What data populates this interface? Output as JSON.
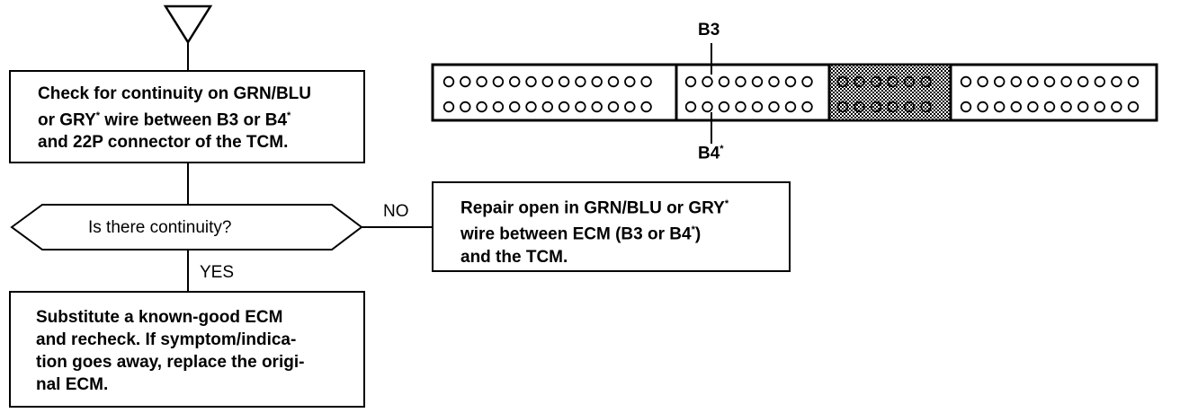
{
  "flowchart": {
    "check_box": {
      "lines": [
        "Check for continuity on GRN/BLU",
        "or GRY",
        " wire between B3 or B4",
        "and 22P connector of the TCM."
      ]
    },
    "decision": {
      "question": "Is there continuity?"
    },
    "no_label": "NO",
    "yes_label": "YES",
    "repair_box": {
      "line1a": "Repair open in GRN/BLU or GRY",
      "line2a": "wire between ECM (B3 or B4",
      "line2b": ")",
      "line3": "and the TCM."
    },
    "substitute_box": {
      "lines": [
        "Substitute a known-good ECM",
        "and recheck. If symptom/indica-",
        "tion goes away, replace the origi-",
        "nal ECM."
      ]
    },
    "asterisk": "*"
  },
  "connector": {
    "label_top": "B3",
    "label_bottom": "B4",
    "label_bottom_suffix": "*",
    "sections": [
      {
        "name": "section-1",
        "pins_per_row": 13
      },
      {
        "name": "section-2",
        "pins_per_row": 8
      },
      {
        "name": "section-3-shaded",
        "pins_per_row": 6
      },
      {
        "name": "section-4",
        "pins_per_row": 11
      }
    ]
  }
}
